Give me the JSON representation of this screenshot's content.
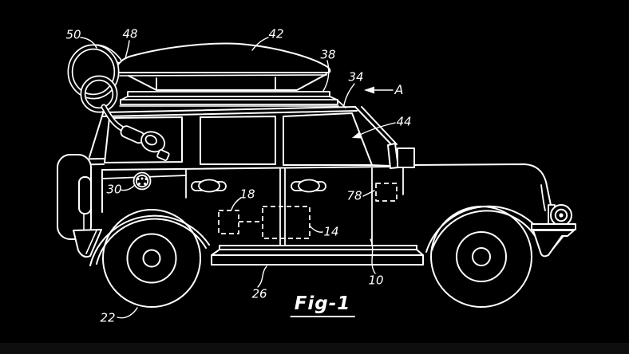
{
  "colors": {
    "background": "#000000",
    "line": "#ffffff",
    "bottom_strip": "#0e0e0e"
  },
  "figure_caption": "Fig-1",
  "section_arrow_label": "A",
  "reference_numerals": {
    "n50": "50",
    "n48": "48",
    "n42": "42",
    "n38": "38",
    "n34": "34",
    "n44": "44",
    "n30": "30",
    "n18": "18",
    "n14": "14",
    "n78": "78",
    "n10": "10",
    "n26": "26",
    "n22": "22"
  }
}
